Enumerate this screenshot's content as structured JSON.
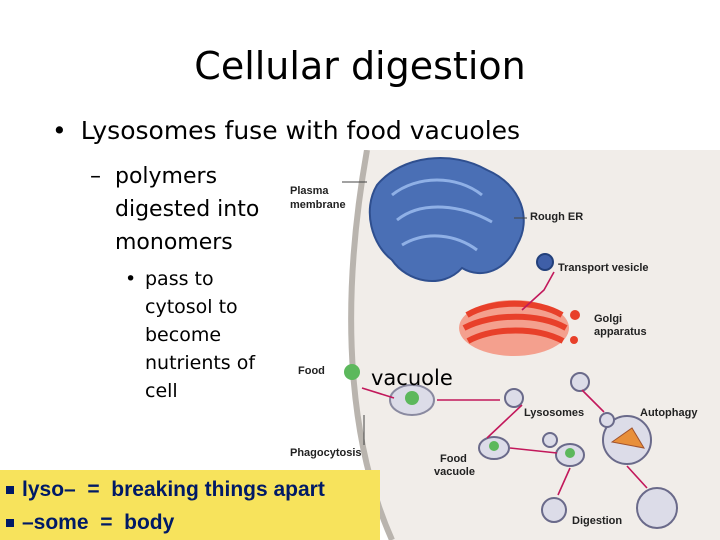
{
  "slide": {
    "title": "Cellular digestion",
    "bullet1": "Lysosomes fuse with food vacuoles",
    "bullet2_dash": "–",
    "bullet2": "polymers digested into monomers",
    "bullet3_dot": "•",
    "bullet3": "pass to cytosol to become nutrients of cell",
    "vacuole_label": "vacuole",
    "etymology": [
      {
        "text": "lyso–  =  breaking things apart"
      },
      {
        "text": "–some  =  body"
      }
    ]
  },
  "diagram": {
    "labels": {
      "plasma": "Plasma",
      "membrane": "membrane",
      "rough_er": "Rough ER",
      "transport_vesicle": "Transport vesicle",
      "golgi": "Golgi",
      "apparatus": "apparatus",
      "food": "Food",
      "lysosomes": "Lysosomes",
      "autophagy": "Autophagy",
      "phagocytosis": "Phagocytosis",
      "food_vac_1": "Food",
      "food_vac_2": "vacuole",
      "digestion": "Digestion"
    },
    "colors": {
      "er": "#4a6fb5",
      "golgi": "#e8402a",
      "vesicle": "#dcdce8",
      "arrow": "#c2185b",
      "food": "#5cb85c",
      "cell_bg": "#f1ede9"
    }
  }
}
